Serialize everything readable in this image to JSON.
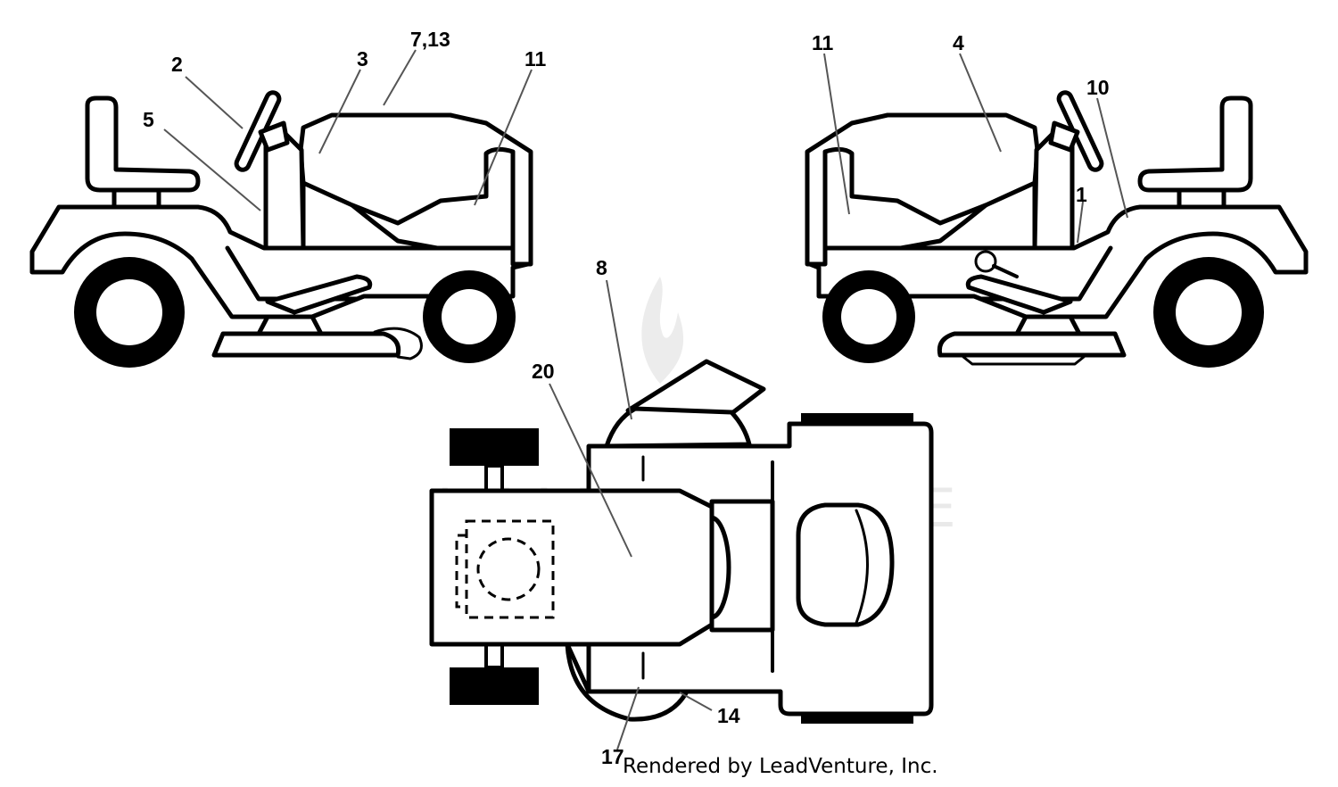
{
  "watermark": {
    "text": "LEADVENTURE",
    "color": "#e9e9e9"
  },
  "credit": "Rendered by LeadVenture, Inc.",
  "callouts": {
    "left_view": [
      "2",
      "5",
      "3",
      "7,13",
      "11"
    ],
    "right_view": [
      "11",
      "4",
      "10",
      "1"
    ],
    "top_view": [
      "8",
      "20",
      "14",
      "17"
    ]
  },
  "icons": {
    "watermark_logo": "flame-logo-icon"
  }
}
